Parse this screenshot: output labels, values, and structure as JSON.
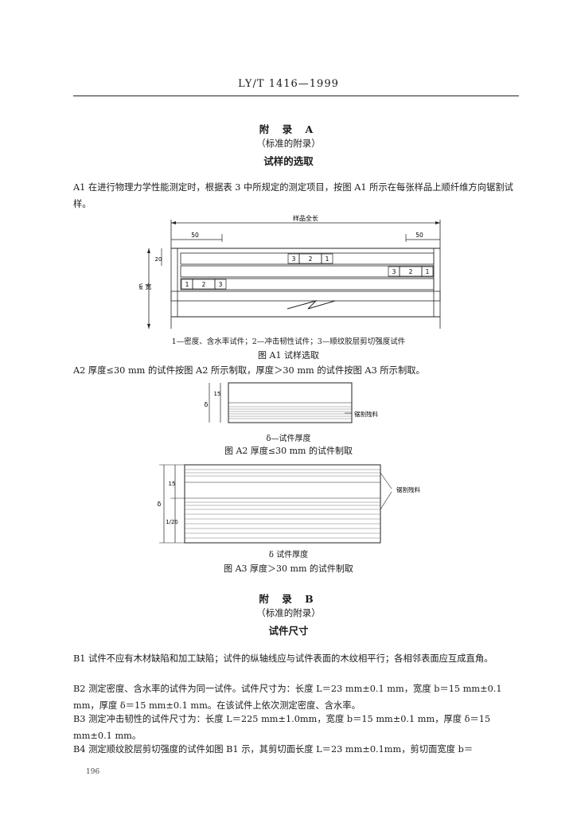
{
  "header": {
    "standard_no": "LY/T 1416—1999"
  },
  "appendix_a": {
    "title": "附 录 A",
    "subtitle": "（标准的附录）",
    "heading": "试样的选取",
    "a1": "A1  在进行物理力学性能测定时，根据表 3 中所规定的测定项目，按图 A1 所示在每张样品上顺纤维方向锯割试样。",
    "fig_a1": {
      "top_label": "样品全长",
      "dim_left": "50",
      "dim_right": "50",
      "dim_20": "20",
      "width_label": "板 宽",
      "cells_top": [
        "3",
        "2",
        "1"
      ],
      "cells_mid": [
        "3",
        "2",
        "1"
      ],
      "cells_bottom": [
        "1",
        "2",
        "3"
      ],
      "legend": "1—密度、含水率试件；2—冲击韧性试件；3—顺纹胶层剪切强度试件",
      "caption": "图 A1  试样选取"
    },
    "a2": "A2  厚度≤30 mm 的试件按图 A2 所示制取，厚度＞30 mm 的试件按图 A3 所示制取。",
    "fig_a2": {
      "dim_15": "15",
      "dim_delta": "δ",
      "waste_label": "锯割残料",
      "legend": "δ—试件厚度",
      "caption": "图 A2  厚度≤30 mm 的试件制取"
    },
    "fig_a3": {
      "dim_15": "15",
      "dim_half": "1/2δ",
      "dim_delta": "δ",
      "waste_label": "锯割残料",
      "legend": "δ  试件厚度",
      "caption": "图 A3  厚度＞30 mm 的试件制取"
    }
  },
  "appendix_b": {
    "title": "附 录 B",
    "subtitle": "（标准的附录）",
    "heading": "试件尺寸",
    "b1": "B1  试件不应有木材缺陷和加工缺陷；试件的纵轴线应与试件表面的木纹相平行；各相邻表面应互成直角。",
    "b2": "B2  测定密度、含水率的试件为同一试件。试件尺寸为：长度 L＝23 mm±0.1 mm，宽度 b＝15 mm±0.1 mm，厚度 δ＝15 mm±0.1 mm。在该试件上依次测定密度、含水率。",
    "b3": "B3  测定冲击韧性的试件尺寸为：长度 L＝225 mm±1.0mm，宽度 b＝15 mm±0.1 mm，厚度 δ＝15 mm±0.1 mm。",
    "b4": "B4  测定顺纹胶层剪切强度的试件如图 B1 示，其剪切面长度 L＝23 mm±0.1mm，剪切面宽度 b＝"
  },
  "page_number": "196"
}
